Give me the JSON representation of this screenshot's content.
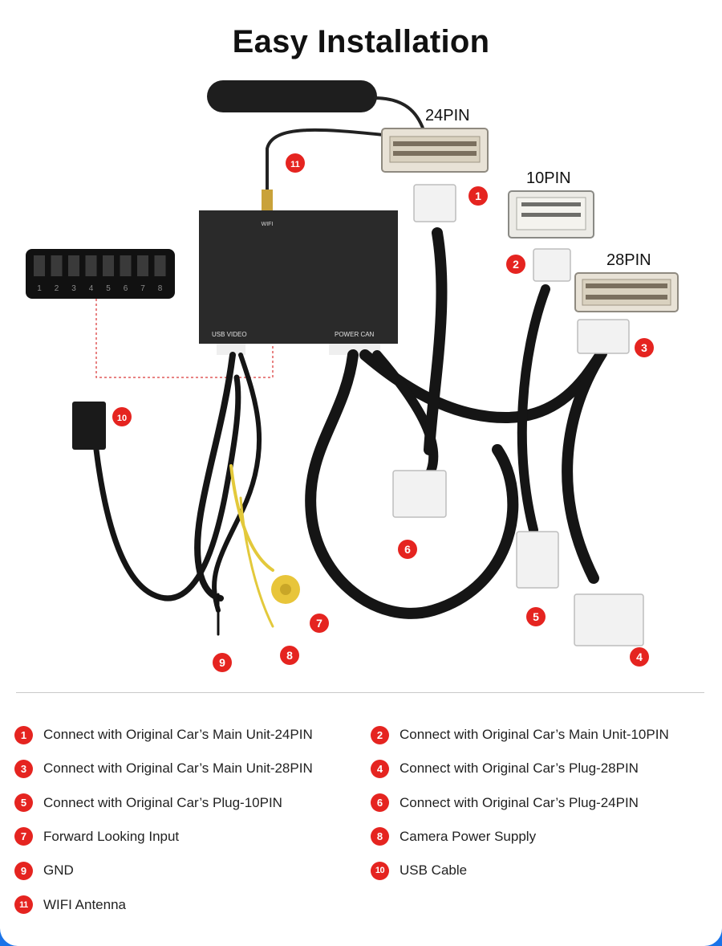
{
  "title": "Easy Installation",
  "connector_labels": {
    "pin24": "24PIN",
    "pin10": "10PIN",
    "pin28": "28PIN"
  },
  "box_labels": {
    "wifi": "WIFI",
    "usb_video": "USB VIDEO",
    "power_can": "POWER CAN"
  },
  "dip_switch_numbers": [
    "1",
    "2",
    "3",
    "4",
    "5",
    "6",
    "7",
    "8"
  ],
  "callout_numbers": [
    "1",
    "2",
    "3",
    "4",
    "5",
    "6",
    "7",
    "8",
    "9",
    "10",
    "11"
  ],
  "accent_color": "#e52420",
  "frame_color": "#1a73e8",
  "legend": [
    {
      "num": "1",
      "text": "Connect with Original Car’s Main Unit-24PIN"
    },
    {
      "num": "2",
      "text": "Connect with Original Car’s Main Unit-10PIN"
    },
    {
      "num": "3",
      "text": "Connect with Original Car’s Main Unit-28PIN"
    },
    {
      "num": "4",
      "text": "Connect with Original Car’s Plug-28PIN"
    },
    {
      "num": "5",
      "text": "Connect with Original Car’s Plug-10PIN"
    },
    {
      "num": "6",
      "text": "Connect with Original Car’s Plug-24PIN"
    },
    {
      "num": "7",
      "text": "Forward Looking Input"
    },
    {
      "num": "8",
      "text": "Camera Power Supply"
    },
    {
      "num": "9",
      "text": "GND"
    },
    {
      "num": "10",
      "text": "USB Cable"
    },
    {
      "num": "11",
      "text": "WIFI Antenna"
    }
  ]
}
